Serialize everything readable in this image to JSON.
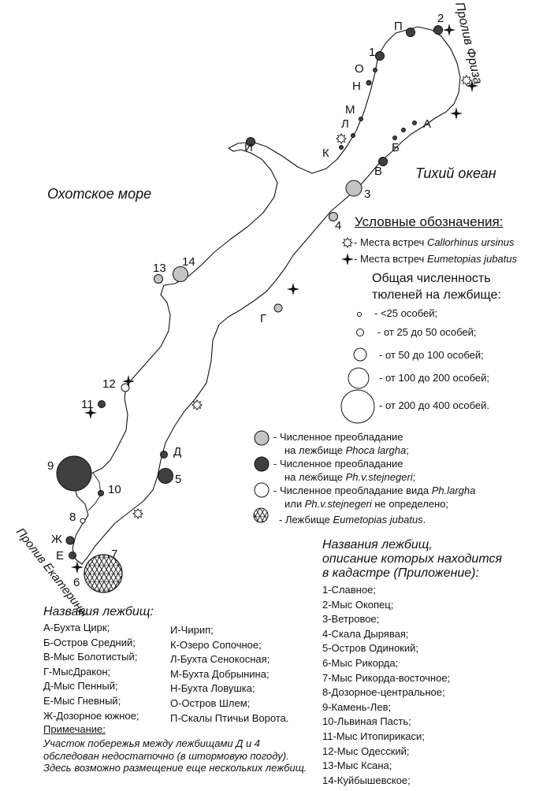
{
  "map": {
    "seas": {
      "okhotsk": "Охотское море",
      "pacific": "Тихий океан"
    },
    "straits": {
      "friza": "Пролив Фриза",
      "ekaterina": "Пролив Екатерины"
    },
    "site_labels": {
      "n1": "1",
      "n2": "2",
      "n3": "3",
      "n4": "4",
      "n5": "5",
      "n6": "6",
      "n7": "7",
      "n8": "8",
      "n9": "9",
      "n10": "10",
      "n11": "11",
      "n12": "12",
      "n13": "13",
      "n14": "14",
      "A": "А",
      "B": "Б",
      "V": "В",
      "G": "Г",
      "D": "Д",
      "E": "Е",
      "ZH": "Ж",
      "I": "И",
      "K": "К",
      "L": "Л",
      "M": "М",
      "N": "Н",
      "O": "О",
      "P": "П"
    },
    "colors": {
      "phoca_largha": "#c4c4c4",
      "ph_stejnegeri": "#404040",
      "undetermined": "#ffffff",
      "outline": "#111111"
    }
  },
  "legend": {
    "title": "Условные обозначения:",
    "callorhinus": {
      "prefix": "- Места встреч ",
      "species": "Callorhinus ursinus"
    },
    "eumetopias": {
      "prefix": "- Места встреч ",
      "species": "Eumetopias jubatus"
    },
    "population_title_1": "Общая численность",
    "population_title_2": "тюленей на лежбище:",
    "population_sizes": [
      "- <25 особей;",
      "- от 25 до 50 особей;",
      "- от 50 до 100 особей;",
      "- от 100 до 200 особей;",
      "- от 200 до 400  особей."
    ],
    "categories": {
      "largha_1": "- Численное преобладание",
      "largha_2_prefix": "на лежбище ",
      "largha_2_species": "Phoca largha",
      "largha_2_suffix": ";",
      "stej_1": "- Численное преобладание",
      "stej_2_prefix": "на лежбище ",
      "stej_2_species": "Ph.v.stejnegeri",
      "stej_2_suffix": ";",
      "undet_1_prefix": "- Численное преобладание вида ",
      "undet_1_species": "Ph.largha",
      "undet_2_prefix": "или ",
      "undet_2_species": "Ph.v.stejnegeri",
      "undet_2_suffix": " не определено;",
      "eum_prefix": "- Лежбище ",
      "eum_species": "Eumetopias jubatus",
      "eum_suffix": "."
    }
  },
  "cadastre": {
    "title_1": "Названия лежбищ,",
    "title_2": "описание которых находится",
    "title_3": "в кадастре (Приложение):",
    "items": [
      "1-Славное;",
      "2-Мыс Окопец;",
      "3-Ветровое;",
      "4-Скала Дырявая;",
      "5-Остров Одинокий;",
      "6-Мыс Рикорда;",
      "7-Мыс Рикорда-восточное;",
      "8-Дозорное-центральное;",
      "9-Камень-Лев;",
      "10-Львиная Пасть;",
      "11-Мыс Итопирикаси;",
      "12-Мыс Одесский;",
      "13-Мыс Ксана;",
      "14-Куйбышевское;"
    ]
  },
  "rookeries": {
    "title": "Названия лежбищ:",
    "col1": [
      "А-Бухта Цирк;",
      "Б-Остров Средний;",
      "В-Мыс Болотистый;",
      "Г-МысДракон;",
      "Д-Мыс Пенный;",
      "Е-Мыс Гневный;",
      "Ж-Дозорное южное;"
    ],
    "col2": [
      "И-Чирип;",
      "К-Озеро Сопочное;",
      "Л-Бухта Сенокосная;",
      "М-Бухта Добрынина;",
      "Н-Бухта Ловушка;",
      "О-Остров Шлем;",
      "П-Скалы Птичьи Ворота."
    ]
  },
  "note": {
    "title": "Примечание:",
    "text": "Участок побережья между лежбищами Д и 4 обследован недостаточно (в штормовую погоду). Здесь возможно размещение еще нескольких лежбищ."
  }
}
